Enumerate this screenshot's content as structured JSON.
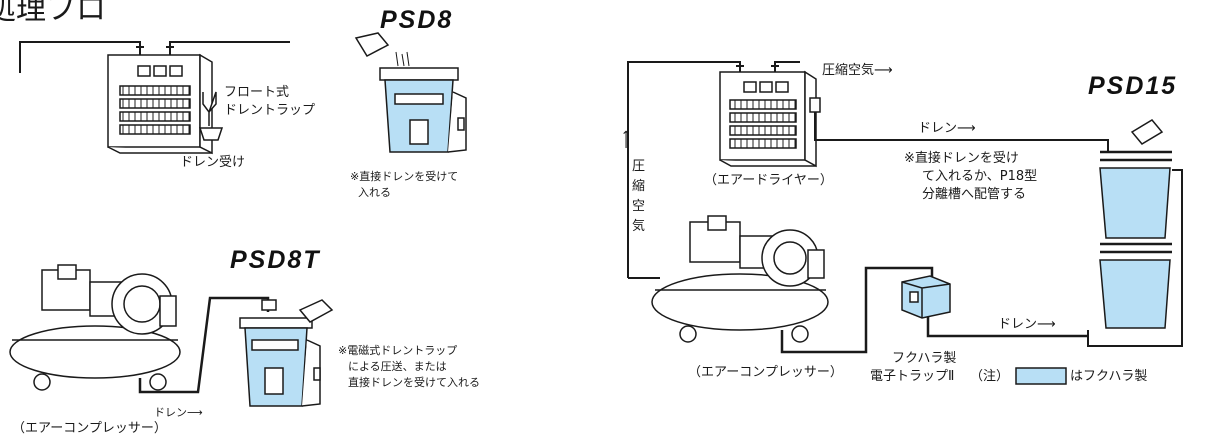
{
  "header": {
    "title_fragment": "処理フロ"
  },
  "colors": {
    "tank_fill": "#b8dff5",
    "stroke": "#1a1a1a",
    "pipe": "#1a1a1a"
  },
  "left_top": {
    "model": "PSD8",
    "float_trap": [
      "フロート式",
      "ドレントラップ"
    ],
    "drain_receiver": "ドレン受け",
    "note": [
      "※直接ドレンを受けて",
      "入れる"
    ]
  },
  "left_bottom": {
    "model": "PSD8T",
    "note": [
      "※電磁式ドレントラップ",
      "による圧送、または",
      "直接ドレンを受けて入れる"
    ],
    "drain_label": "ドレン⟶",
    "compressor_label": "（エアーコンプレッサー）"
  },
  "right": {
    "model": "PSD15",
    "compressed_air_label": "圧縮空気⟶",
    "vertical_air_arrow": "⟵",
    "vertical_air_label": [
      "圧",
      "縮",
      "空",
      "気"
    ],
    "drain_label_top": "ドレン⟶",
    "note": [
      "※直接ドレンを受け",
      "て入れるか、P18型",
      "分離槽へ配管する"
    ],
    "dryer_label": "（エアードライヤー）",
    "compressor_label": "（エアーコンプレッサー）",
    "drain_label_bottom": "ドレン⟶",
    "trap_label": [
      "フクハラ製",
      "電子トラップⅡ"
    ],
    "legend_prefix": "（注）",
    "legend_suffix": "はフクハラ製"
  }
}
